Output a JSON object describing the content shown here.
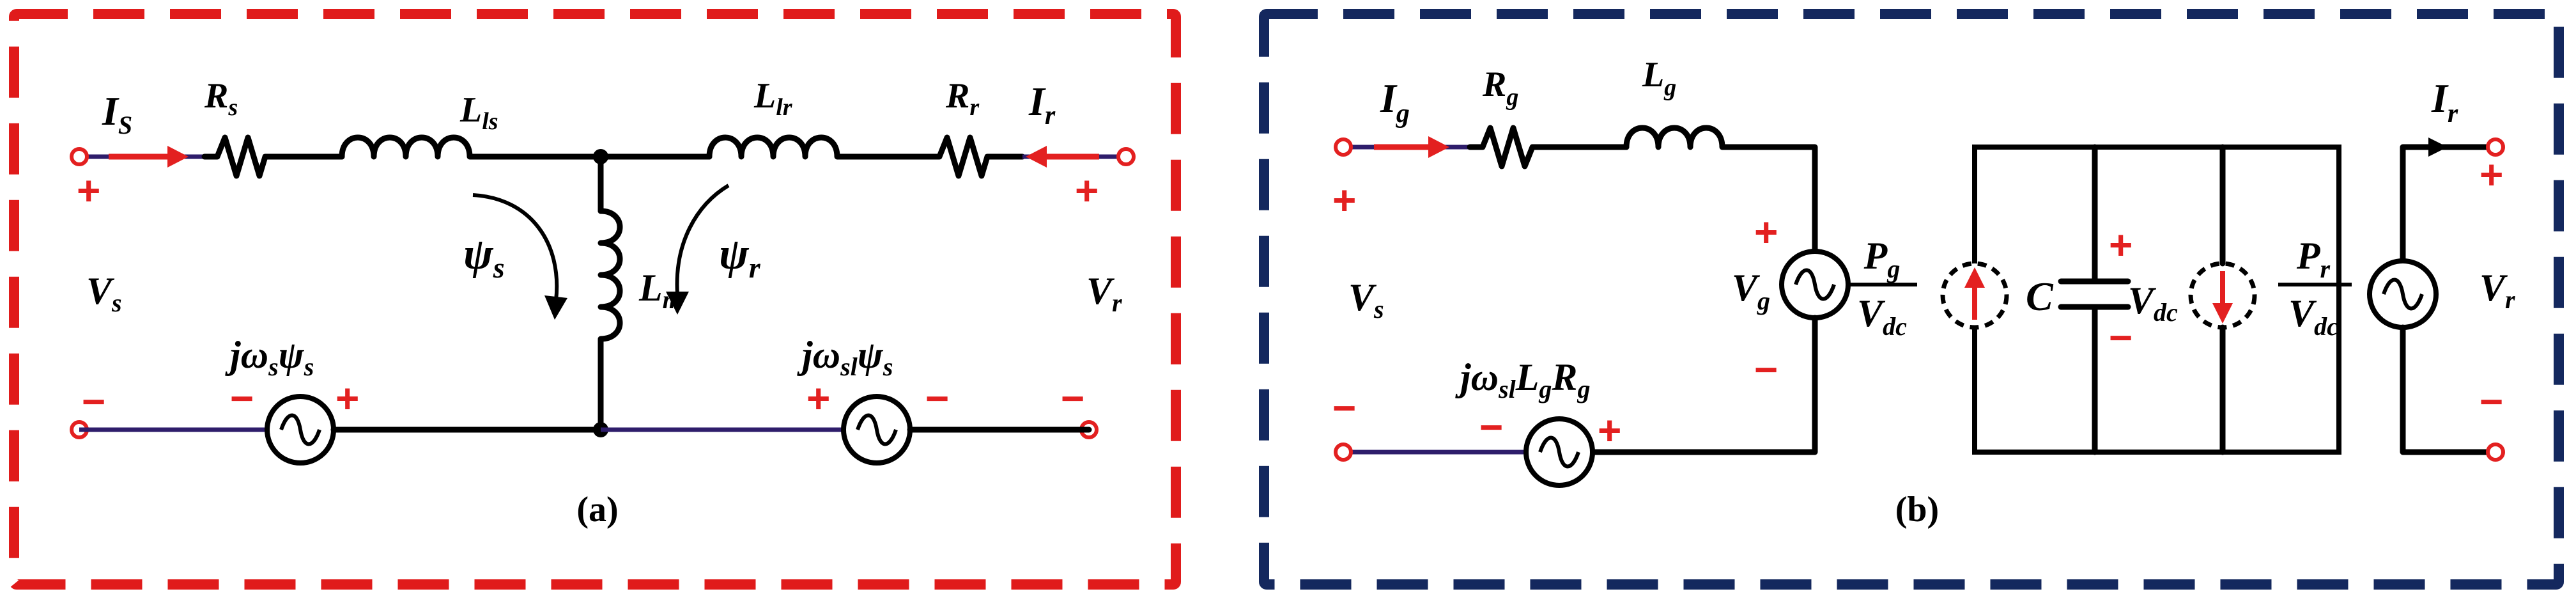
{
  "panel_a": {
    "caption": "(a)",
    "border_color": "#e01b1b",
    "labels": {
      "i_s_main": "I",
      "i_s_sub": "S",
      "r_s_main": "R",
      "r_s_sub": "s",
      "l_ls_main": "L",
      "l_ls_sub": "ls",
      "l_lr_main": "L",
      "l_lr_sub": "lr",
      "r_r_main": "R",
      "r_r_sub": "r",
      "i_r_main": "I",
      "i_r_sub": "r",
      "psi_s_main": "ψ",
      "psi_s_sub": "s",
      "psi_r_main": "ψ",
      "psi_r_sub": "r",
      "l_m_main": "L",
      "l_m_sub": "m",
      "v_s_main": "V",
      "v_s_sub": "s",
      "v_r_main": "V",
      "v_r_sub": "r",
      "src1_j": "jω",
      "src1_j_sub": "s",
      "src1_psi": "ψ",
      "src1_psi_sub": "s",
      "src2_j": "jω",
      "src2_j_sub": "sl",
      "src2_psi": "ψ",
      "src2_psi_sub": "s"
    },
    "signs": {
      "plus": "+",
      "minus": "−"
    }
  },
  "panel_b": {
    "caption": "(b)",
    "border_color": "#14285e",
    "labels": {
      "i_g_main": "I",
      "i_g_sub": "g",
      "r_g_main": "R",
      "r_g_sub": "g",
      "l_g_main": "L",
      "l_g_sub": "g",
      "i_r_main": "I",
      "i_r_sub": "r",
      "v_s_main": "V",
      "v_s_sub": "s",
      "v_g_main": "V",
      "v_g_sub": "g",
      "v_r_main": "V",
      "v_r_sub": "r",
      "pg_num": "P",
      "pg_num_sub": "g",
      "pg_den": "V",
      "pg_den_sub": "dc",
      "pr_num": "P",
      "pr_num_sub": "r",
      "pr_den": "V",
      "pr_den_sub": "dc",
      "c": "C",
      "v_dc_main": "V",
      "v_dc_sub": "dc",
      "src_j": "jω",
      "src_j_sub": "sl",
      "src_l": "L",
      "src_l_sub": "g",
      "src_r": "R",
      "src_r_sub": "g"
    },
    "signs": {
      "plus": "+",
      "minus": "−"
    }
  },
  "colors": {
    "wire": "#000000",
    "accent_red": "#e32020",
    "port_wire": "#2e1d6b"
  }
}
